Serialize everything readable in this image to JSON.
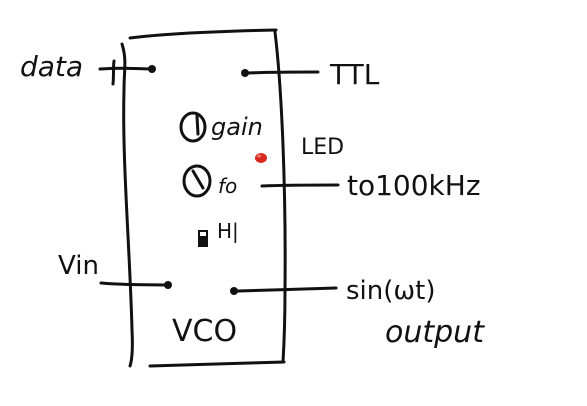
{
  "labels": {
    "data": "data",
    "ttl": "TTL",
    "gain": "gain",
    "led": "LED",
    "fo": "fo",
    "freq_range": "to100kHz",
    "hl": "H|",
    "vin": "Vin",
    "output_line1": "sin(ωt)",
    "output_line2": "output",
    "block": "VCO"
  },
  "colors": {
    "ink": "#111111",
    "led": "#d62a1e",
    "background": "#ffffff"
  },
  "icons": {
    "gain_knob": "knob-icon",
    "fo_knob": "knob-icon",
    "hl_switch": "toggle-switch-icon",
    "led": "led-indicator-icon"
  }
}
